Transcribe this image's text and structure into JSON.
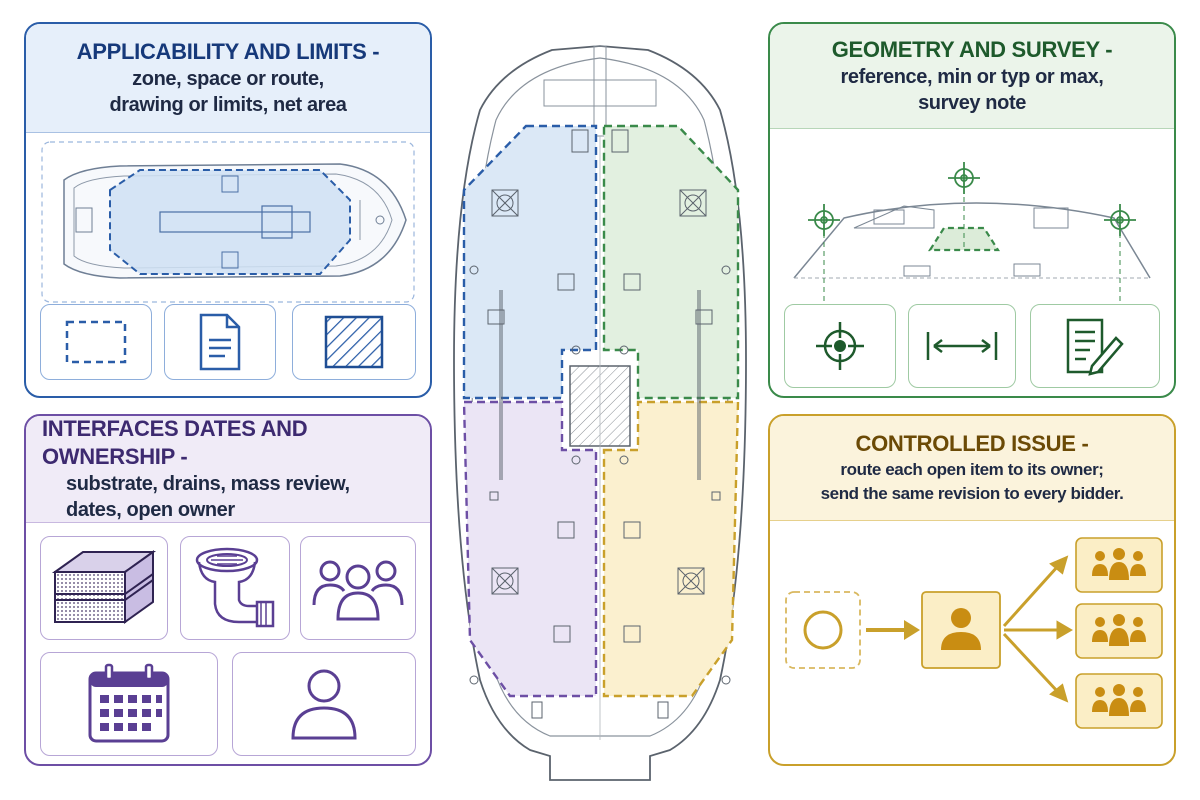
{
  "panels": {
    "applicability": {
      "title": "APPLICABILITY AND LIMITS -",
      "subtitle_lines": [
        "zone, space or route,",
        "drawing or limits, net area"
      ],
      "tiles": [
        "dashed-boundary-icon",
        "document-icon",
        "hatched-area-icon"
      ],
      "accent": "#2a5da8"
    },
    "geometry": {
      "title": "GEOMETRY AND SURVEY -",
      "subtitle_lines": [
        "reference, min or typ or max,",
        "survey note"
      ],
      "tiles": [
        "crosshair-icon",
        "dimension-arrow-icon",
        "survey-note-icon"
      ],
      "accent": "#3a8a4a"
    },
    "interfaces": {
      "title": "INTERFACES DATES AND OWNERSHIP -",
      "subtitle_lines": [
        "substrate, drains, mass review,",
        "dates, open owner"
      ],
      "tiles": [
        "substrate-layers-icon",
        "floor-drain-icon",
        "group-icon",
        "calendar-icon",
        "person-icon"
      ],
      "accent": "#6d4fa5"
    },
    "controlled": {
      "title": "CONTROLLED ISSUE -",
      "subtitle_lines": [
        "route each open item to its owner;",
        "send the same revision to every bidder."
      ],
      "flow": [
        "open-item-circle-icon",
        "owner-person-icon",
        "bidder-group-icon",
        "bidder-group-icon",
        "bidder-group-icon"
      ],
      "accent": "#c9a02b"
    }
  },
  "deck_plan": {
    "zones": [
      {
        "name": "applicability-zone",
        "color": "#2a5da8",
        "fill": "#dbe8f6"
      },
      {
        "name": "geometry-zone",
        "color": "#3a8a4a",
        "fill": "#e2f0e0"
      },
      {
        "name": "interfaces-zone",
        "color": "#6d4fa5",
        "fill": "#ebe5f5"
      },
      {
        "name": "controlled-zone",
        "color": "#c9a02b",
        "fill": "#fbf0cf"
      }
    ]
  }
}
